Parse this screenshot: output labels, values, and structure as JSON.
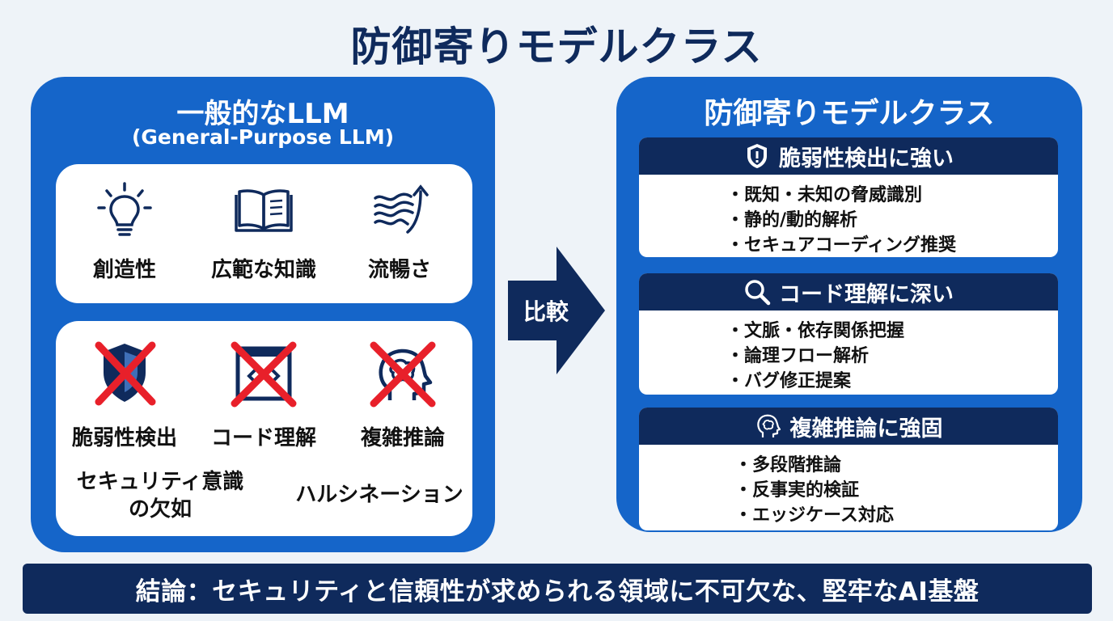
{
  "title": "防御寄りモデルクラス",
  "left_panel": {
    "title": "一般的なLLM",
    "subtitle": "(General-Purpose LLM)",
    "strengths": [
      {
        "label": "創造性",
        "icon": "lightbulb-icon"
      },
      {
        "label": "広範な知識",
        "icon": "open-book-icon"
      },
      {
        "label": "流暢さ",
        "icon": "flow-waves-icon"
      }
    ],
    "weaknesses": [
      {
        "label": "脆弱性検出",
        "icon": "shield-crossed-icon"
      },
      {
        "label": "コード理解",
        "icon": "code-window-crossed-icon"
      },
      {
        "label": "複雑推論",
        "icon": "brain-head-crossed-icon"
      }
    ],
    "weak_extras": [
      {
        "line1": "セキュリティ意識",
        "line2": "の欠如"
      },
      {
        "line1": "ハルシネーション"
      }
    ]
  },
  "compare_label": "比較",
  "right_panel": {
    "title": "防御寄りモデルクラス",
    "cards": [
      {
        "heading": "脆弱性検出に強い",
        "icon": "shield-icon",
        "items": [
          "既知・未知の脅威識別",
          "静的/動的解析",
          "セキュアコーディング推奨"
        ]
      },
      {
        "heading": "コード理解に深い",
        "icon": "magnifier-icon",
        "items": [
          "文脈・依存関係把握",
          "論理フロー解析",
          "バグ修正提案"
        ]
      },
      {
        "heading": "複雑推論に強固",
        "icon": "brain-head-icon",
        "items": [
          "多段階推論",
          "反事実的検証",
          "エッジケース対応"
        ]
      }
    ]
  },
  "conclusion": "結論：セキュリティと信頼性が求められる領域に不可欠な、堅牢なAI基盤",
  "colors": {
    "panel_blue": "#1565c9",
    "navy": "#0f2a5c",
    "cross_red": "#e8202a",
    "background": "#eef3f8"
  }
}
